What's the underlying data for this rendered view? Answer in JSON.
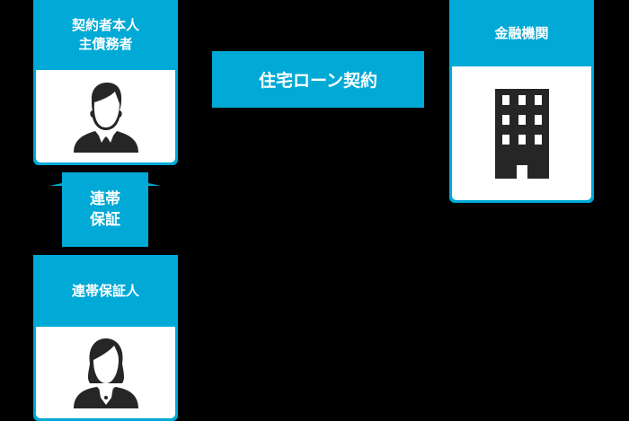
{
  "colors": {
    "accent": "#00a9d6",
    "background": "#000000",
    "icon": "#262626",
    "card_body": "#ffffff"
  },
  "borrower": {
    "title_line1": "契約者本人",
    "title_line2": "主債務者",
    "icon": "businessman-icon"
  },
  "guarantee_link": {
    "line1": "連帯",
    "line2": "保証"
  },
  "guarantor": {
    "title": "連帯保証人",
    "icon": "businesswoman-icon"
  },
  "contract": {
    "label": "住宅ローン契約"
  },
  "bank": {
    "title": "金融機関",
    "icon": "building-icon"
  }
}
